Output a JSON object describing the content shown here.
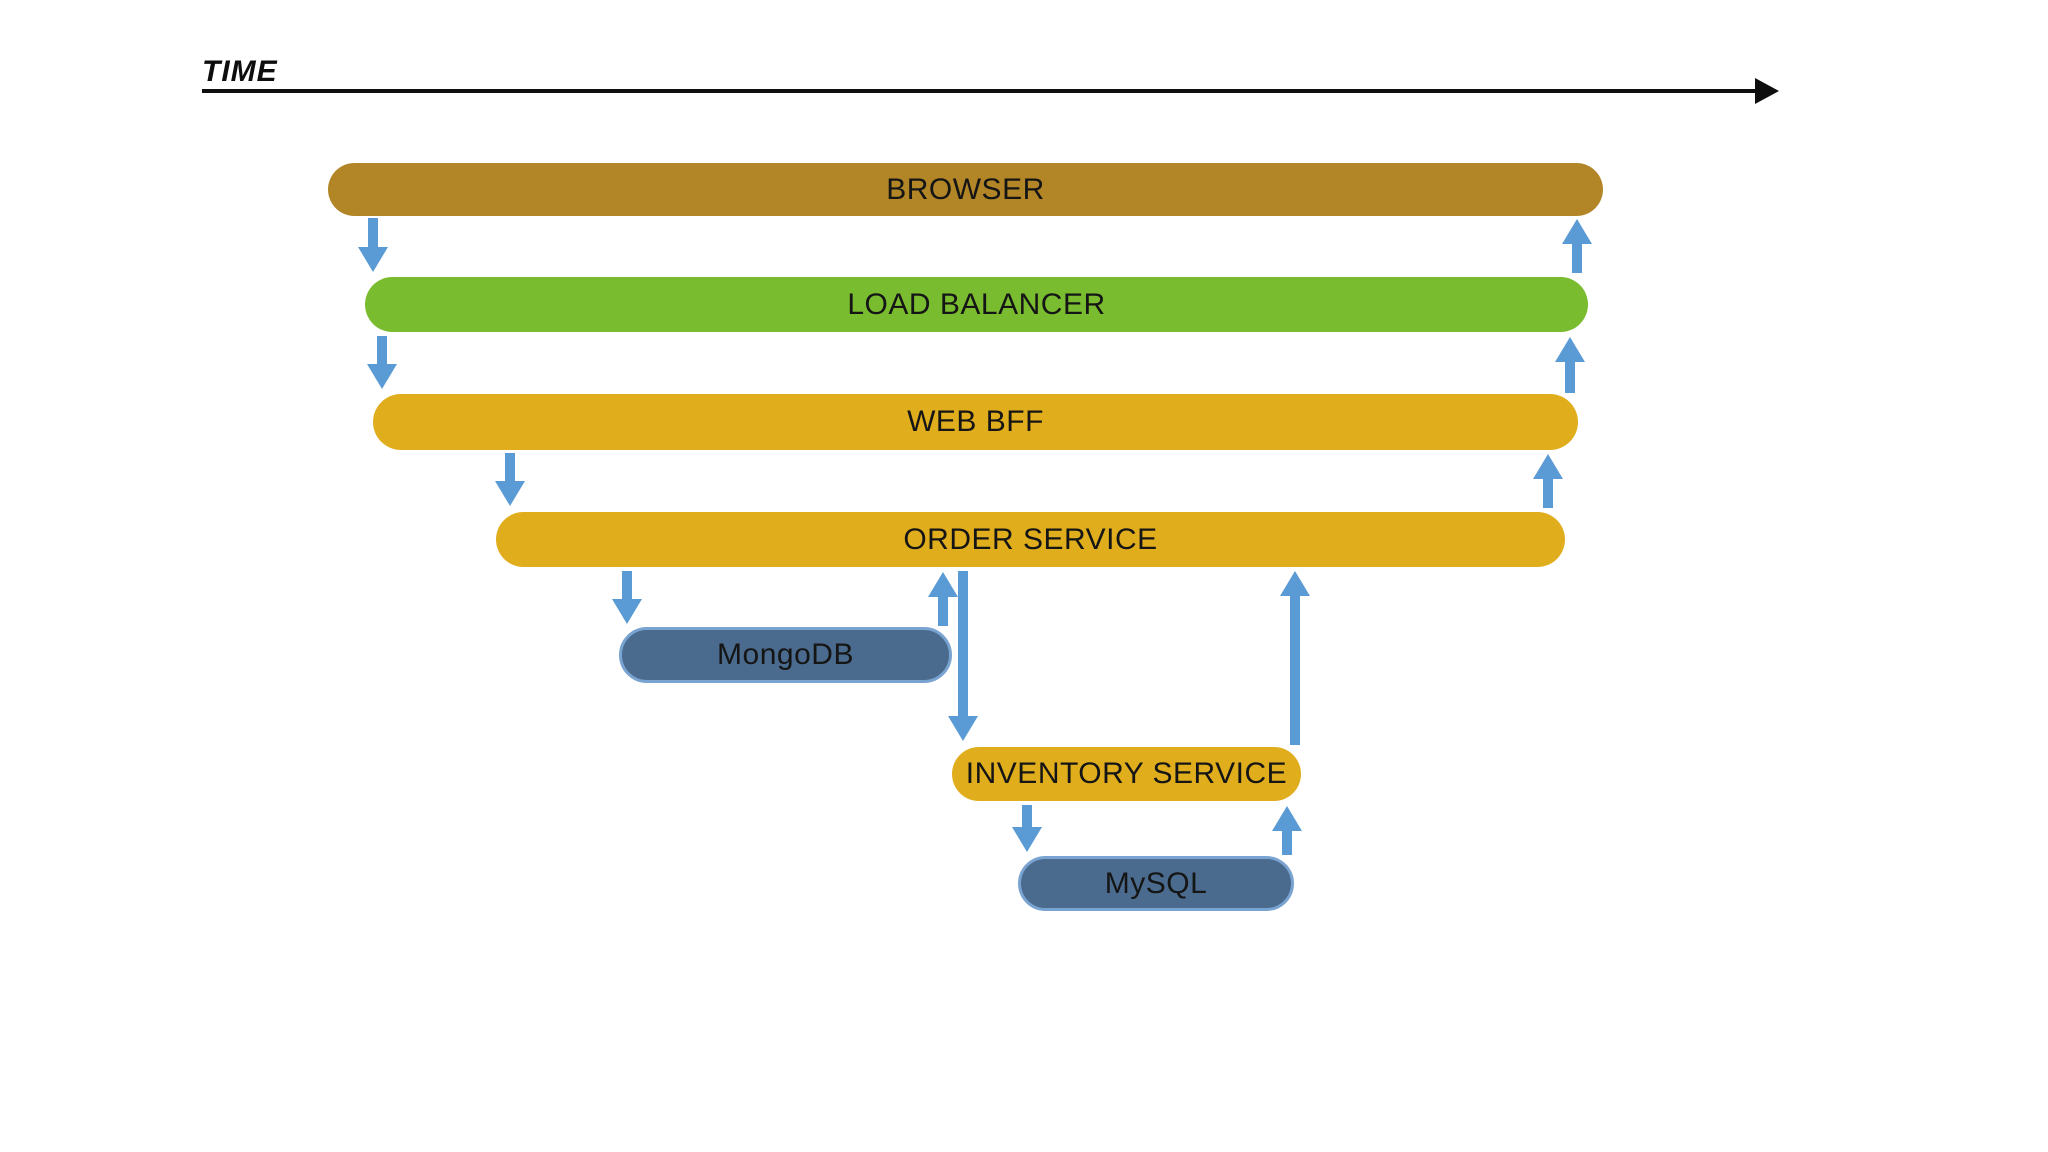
{
  "timeline": {
    "label": "TIME"
  },
  "colors": {
    "brown": "#b28627",
    "green": "#79bc30",
    "gold": "#e0ad1d",
    "db_fill": "#4a6b8e",
    "db_border": "#79a3d1",
    "arrow": "#5b9bd5",
    "timeline": "#0e0e0e"
  },
  "nodes": {
    "browser": {
      "label": "BROWSER"
    },
    "load_balancer": {
      "label": "LOAD BALANCER"
    },
    "web_bff": {
      "label": "WEB BFF"
    },
    "order_service": {
      "label": "ORDER SERVICE"
    },
    "mongodb": {
      "label": "MongoDB"
    },
    "inventory_service": {
      "label": "INVENTORY SERVICE"
    },
    "mysql": {
      "label": "MySQL"
    }
  },
  "edges": [
    {
      "from": "BROWSER",
      "to": "LOAD BALANCER",
      "direction": "down"
    },
    {
      "from": "LOAD BALANCER",
      "to": "WEB BFF",
      "direction": "down"
    },
    {
      "from": "WEB BFF",
      "to": "ORDER SERVICE",
      "direction": "down"
    },
    {
      "from": "ORDER SERVICE",
      "to": "MongoDB",
      "direction": "down"
    },
    {
      "from": "ORDER SERVICE",
      "to": "INVENTORY SERVICE",
      "direction": "down"
    },
    {
      "from": "INVENTORY SERVICE",
      "to": "MySQL",
      "direction": "down"
    },
    {
      "from": "MySQL",
      "to": "INVENTORY SERVICE",
      "direction": "up"
    },
    {
      "from": "INVENTORY SERVICE",
      "to": "ORDER SERVICE",
      "direction": "up"
    },
    {
      "from": "MongoDB",
      "to": "ORDER SERVICE",
      "direction": "up"
    },
    {
      "from": "ORDER SERVICE",
      "to": "WEB BFF",
      "direction": "up"
    },
    {
      "from": "WEB BFF",
      "to": "LOAD BALANCER",
      "direction": "up"
    },
    {
      "from": "LOAD BALANCER",
      "to": "BROWSER",
      "direction": "up"
    }
  ]
}
